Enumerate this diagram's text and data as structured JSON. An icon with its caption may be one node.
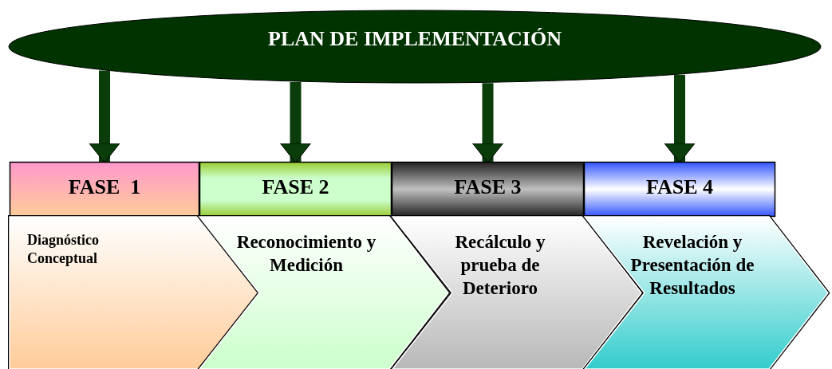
{
  "diagram": {
    "nodes": [
      {
        "text": [
          "PLAN DE IMPLEMENTACIÓN"
        ]
      },
      {
        "text": [
          "FASE  1"
        ]
      },
      {
        "text": [
          "FASE 2"
        ]
      },
      {
        "text": [
          "FASE 3"
        ]
      },
      {
        "text": [
          "FASE 4"
        ]
      },
      {
        "text": [
          "Diagnóstico Conceptual"
        ]
      },
      {
        "text": [
          "Reconocimiento y Medición"
        ]
      },
      {
        "text": [
          "Recálculo y prueba de Deterioro"
        ]
      },
      {
        "text": [
          "Revelación y Presentación de Resultados"
        ]
      }
    ],
    "edges": [
      {
        "from": 0,
        "to": 1,
        "arrow": "to"
      },
      {
        "from": 0,
        "to": 2,
        "arrow": "to"
      },
      {
        "from": 0,
        "to": 3,
        "arrow": "to"
      },
      {
        "from": 0,
        "to": 4,
        "arrow": "to"
      }
    ]
  }
}
